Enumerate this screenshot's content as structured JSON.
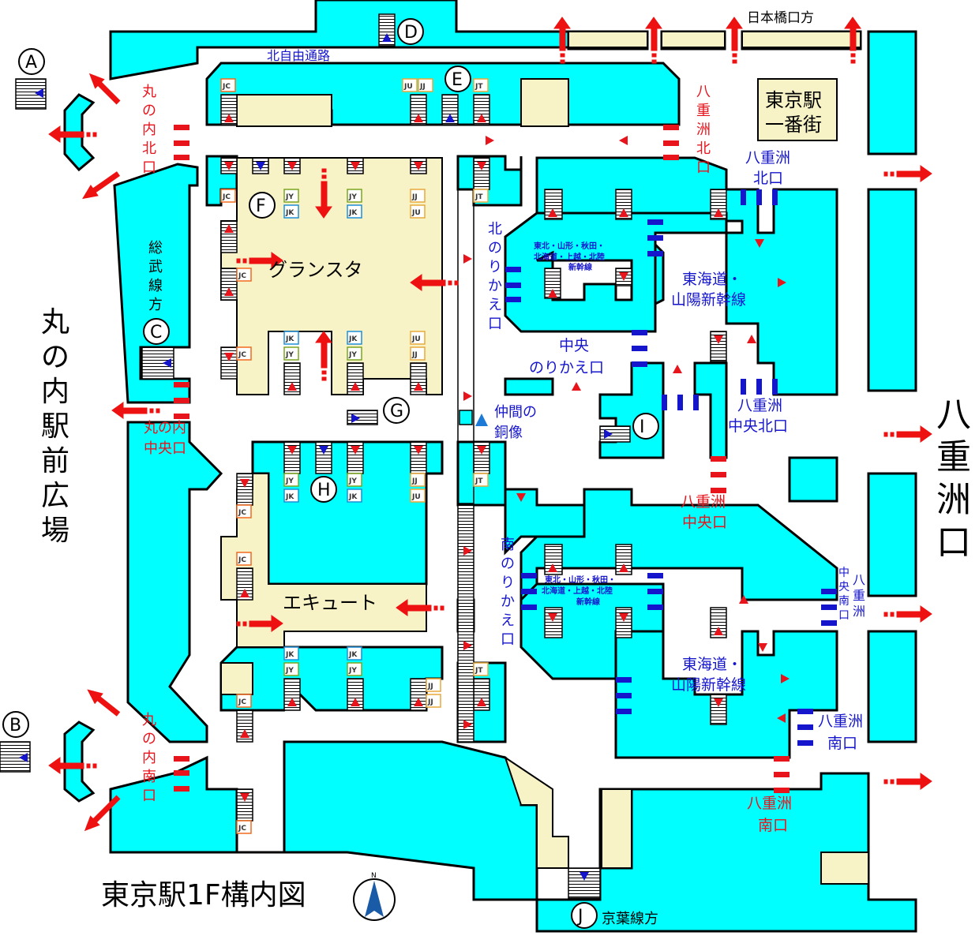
{
  "title": "東京駅1F構内図",
  "colors": {
    "concourse": "#00ffff",
    "shop": "#f8f3c6",
    "exit_red": "#ee1111",
    "transfer_blue": "#1515cc",
    "wall": "#000000"
  },
  "labels": {
    "kitajiyu": "北自由通路",
    "nihonbashi": "日本橋口方",
    "ichibangai_1": "東京駅",
    "ichibangai_2": "一番街",
    "marunouchi_plaza": "丸の内駅前広場",
    "yaesu_big": "八重洲口",
    "sobu": "総武線方",
    "keiyo": "京葉線方",
    "gransta": "グランスタ",
    "ecute": "エキュート",
    "nakama_1": "仲間の",
    "nakama_2": "銅像",
    "shinkansen_tohoku_1": "東北・山形・秋田・",
    "shinkansen_tohoku_2": "北海道・上越・北陸",
    "shinkansen_tohoku_3": "新幹線",
    "tokaido_1": "東海道・",
    "tokaido_2": "山陽新幹線"
  },
  "exits_red": {
    "maru_north": "丸の内北口",
    "maru_central_1": "丸の内",
    "maru_central_2": "中央口",
    "maru_south": "丸の内南口",
    "yaesu_north": "八重洲北口",
    "yaesu_central_1": "八重洲",
    "yaesu_central_2": "中央口",
    "yaesu_south_1": "八重洲",
    "yaesu_south_2": "南口"
  },
  "transfers_blue": {
    "north_transfer": "北のりかえ口",
    "central_transfer_1": "中央",
    "central_transfer_2": "のりかえ口",
    "south_transfer": "南のりかえ口",
    "yaesu_north_1": "八重洲",
    "yaesu_north_2": "北口",
    "yaesu_central_north_1": "八重洲",
    "yaesu_central_north_2": "中央北口",
    "yaesu_central_south_a": "八重洲",
    "yaesu_central_south_b": "中央南口",
    "yaesu_south_1": "八重洲",
    "yaesu_south_2": "南口"
  },
  "markers": [
    "A",
    "B",
    "C",
    "D",
    "E",
    "F",
    "G",
    "H",
    "I",
    "J"
  ],
  "line_codes": [
    "JC",
    "JY",
    "JK",
    "JJ",
    "JU",
    "JT"
  ],
  "compass": "N"
}
